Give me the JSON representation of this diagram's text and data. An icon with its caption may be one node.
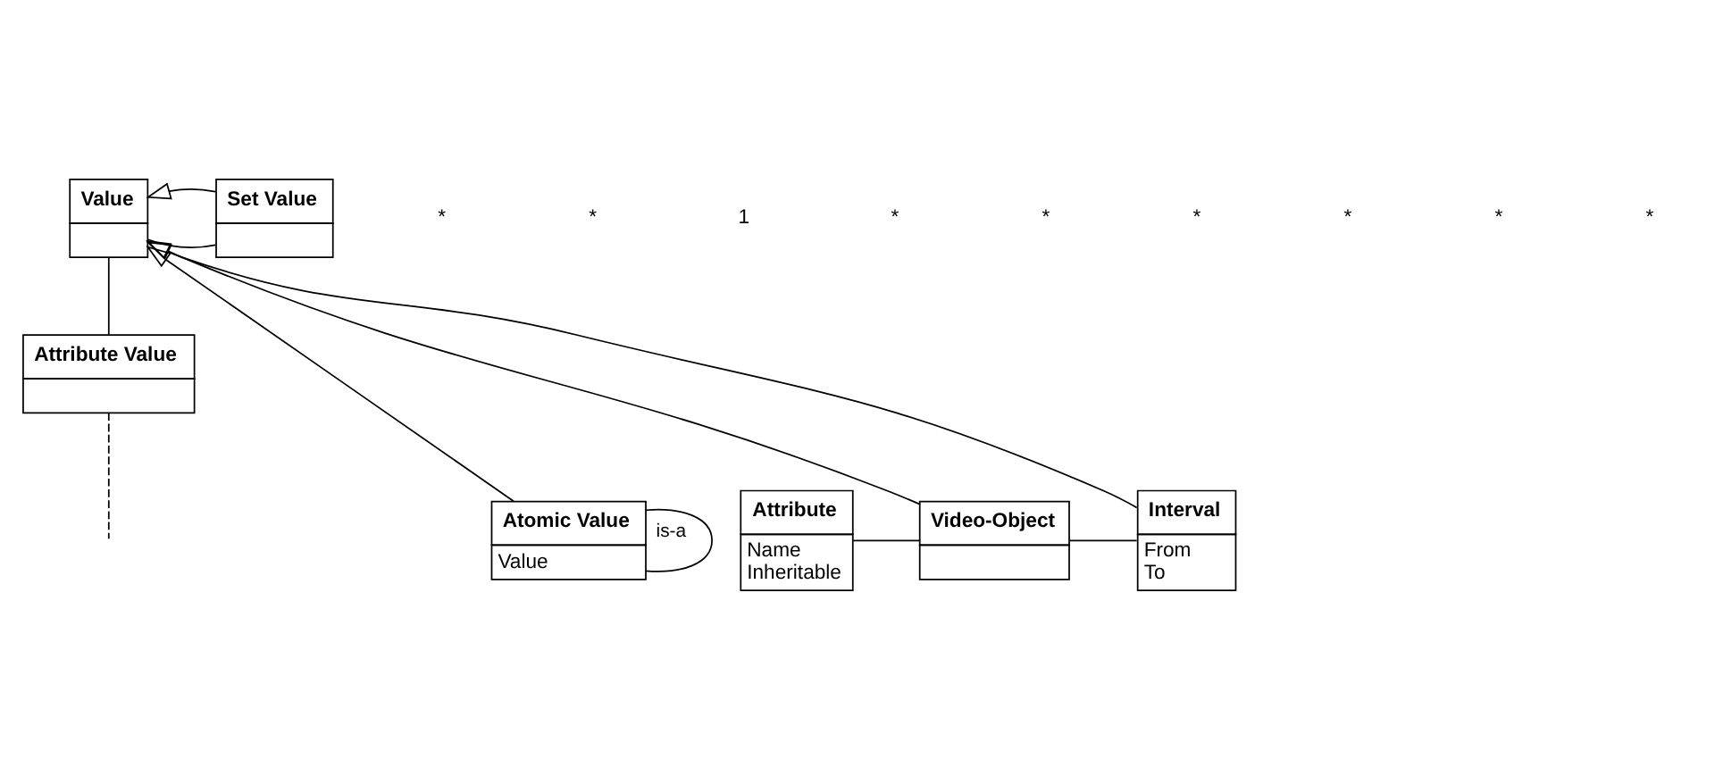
{
  "diagram": {
    "nodes": [
      {
        "text": [
          "Value"
        ]
      },
      {
        "text": [
          "Set Value"
        ]
      },
      {
        "text": [
          "Attribute Value"
        ]
      },
      {
        "text": [
          "Attribute",
          "Name",
          "Inheritable"
        ]
      },
      {
        "text": [
          "Video-Object"
        ]
      },
      {
        "text": [
          "Interval",
          "From",
          "To"
        ]
      },
      {
        "text": [
          "Atomic Value",
          "Value"
        ]
      }
    ],
    "edges": [
      {
        "from": 0,
        "to": 1,
        "arrow": "none"
      },
      {
        "from": 1,
        "to": 0,
        "arrow": "to"
      },
      {
        "from": 0,
        "to": 2,
        "arrow": "none"
      },
      {
        "from": 4,
        "to": 0,
        "arrow": "to"
      },
      {
        "from": 5,
        "to": 0,
        "arrow": "to"
      },
      {
        "from": 6,
        "to": 0,
        "arrow": "to"
      },
      {
        "from": 2,
        "to": null,
        "arrow": "none",
        "style": "dashed"
      },
      {
        "from": 3,
        "to": 4,
        "arrow": "none"
      },
      {
        "from": 4,
        "to": 5,
        "arrow": "none"
      },
      {
        "from": 6,
        "to": 6,
        "arrow": "none",
        "label": "is-a"
      }
    ],
    "labels": [
      "*",
      "*",
      "1",
      "*",
      "*",
      "*",
      "*",
      "*",
      "*"
    ]
  }
}
